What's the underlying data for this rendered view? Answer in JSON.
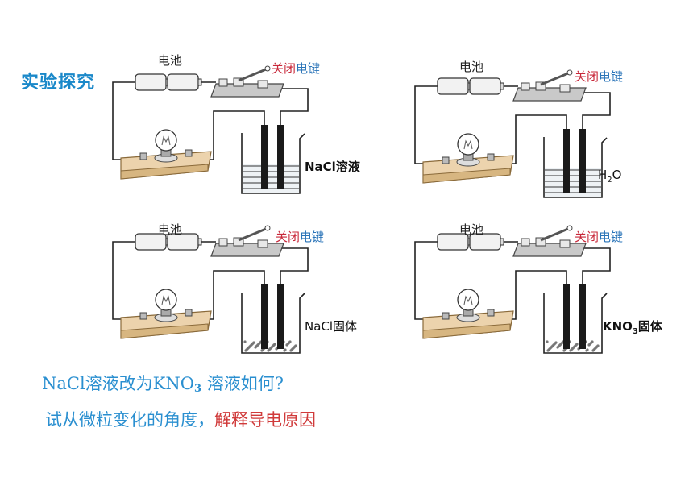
{
  "title": "实验探究",
  "labels": {
    "battery": "电池",
    "switch_part1": "关闭",
    "switch_part2": "电键"
  },
  "panels": [
    {
      "solution": "NaCl溶液",
      "formula_main": "",
      "formula_sub": "",
      "formula_tail": ""
    },
    {
      "solution": "",
      "formula_main": "H",
      "formula_sub": "2",
      "formula_tail": "O"
    },
    {
      "solution": "NaCl固体",
      "formula_main": "",
      "formula_sub": "",
      "formula_tail": ""
    },
    {
      "solution": "",
      "formula_main": "KNO",
      "formula_sub": "3",
      "formula_tail": "固体"
    }
  ],
  "question": {
    "line1_pre": "NaCl溶液改为KNO",
    "line1_sub": "3",
    "line1_post": " 溶液如何?",
    "line2_blue": "试从微粒变化的角度，",
    "line2_red": "解释导电原因"
  },
  "colors": {
    "title": "#1a88c9",
    "switch_red": "#c8283a",
    "switch_blue": "#2a74b8",
    "question_blue": "#2a8fd0",
    "question_red": "#d03a3a"
  }
}
